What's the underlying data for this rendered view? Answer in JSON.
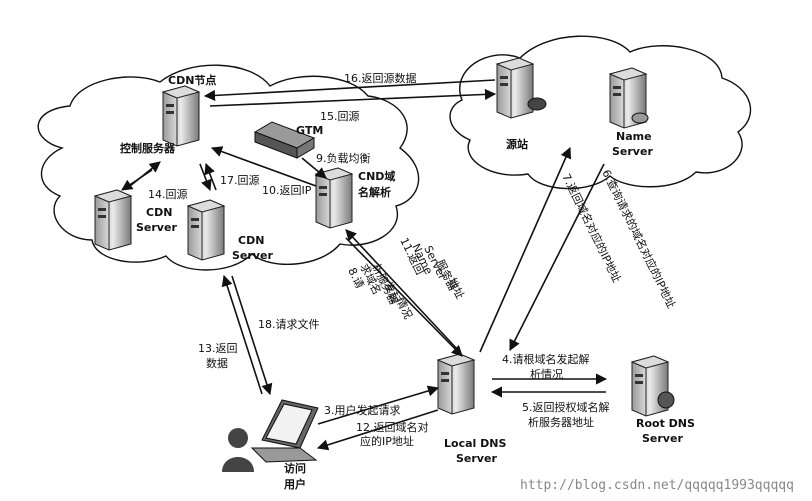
{
  "nodes": {
    "cdn_node_title": "CDN节点",
    "control_server": "控制服务器",
    "gtm": "GTM",
    "cdn_dns_line1": "CND域",
    "cdn_dns_line2": "名解析",
    "cdn_server_left_line1": "CDN",
    "cdn_server_left_line2": "Server",
    "cdn_server_mid_line1": "CDN",
    "cdn_server_mid_line2": "Server",
    "origin": "源站",
    "name_server_line1": "Name",
    "name_server_line2": "Server",
    "local_dns_line1": "Local DNS",
    "local_dns_line2": "Server",
    "root_dns_line1": "Root DNS",
    "root_dns_line2": "Server",
    "user_line1": "访问",
    "user_line2": "用户"
  },
  "steps": {
    "s3": "3.用户发起请求",
    "s4_line1": "4.请根域名发起解",
    "s4_line2": "析情况",
    "s5_line1": "5.返回授权域名解",
    "s5_line2": "析服务器地址",
    "s6": "6.查询请求的域名对应的IP地址",
    "s7": "7.返回域名对应的IP地址",
    "s8_col1": "8.请",
    "s8_col2": "求域名",
    "s8_col3": "析服务器",
    "s8_col4": "发起",
    "s8_col5": "情况",
    "s9": "9.负载均衡",
    "s10": "10.返回IP",
    "s11_col1": "11.返回",
    "s11_col2": "Name",
    "s11_col3": "Server",
    "s11_col4": "服务器",
    "s11_col5": "地址",
    "s12_line1": "12.返回域名对",
    "s12_line2": "应的IP地址",
    "s13_line1": "13.返回",
    "s13_line2": "数据",
    "s14": "14.回源",
    "s15": "15.回源",
    "s16": "16.返回源数据",
    "s17": "17.回源",
    "s18": "18.请求文件"
  },
  "watermark": "http://blog.csdn.net/qqqqq1993qqqqq"
}
